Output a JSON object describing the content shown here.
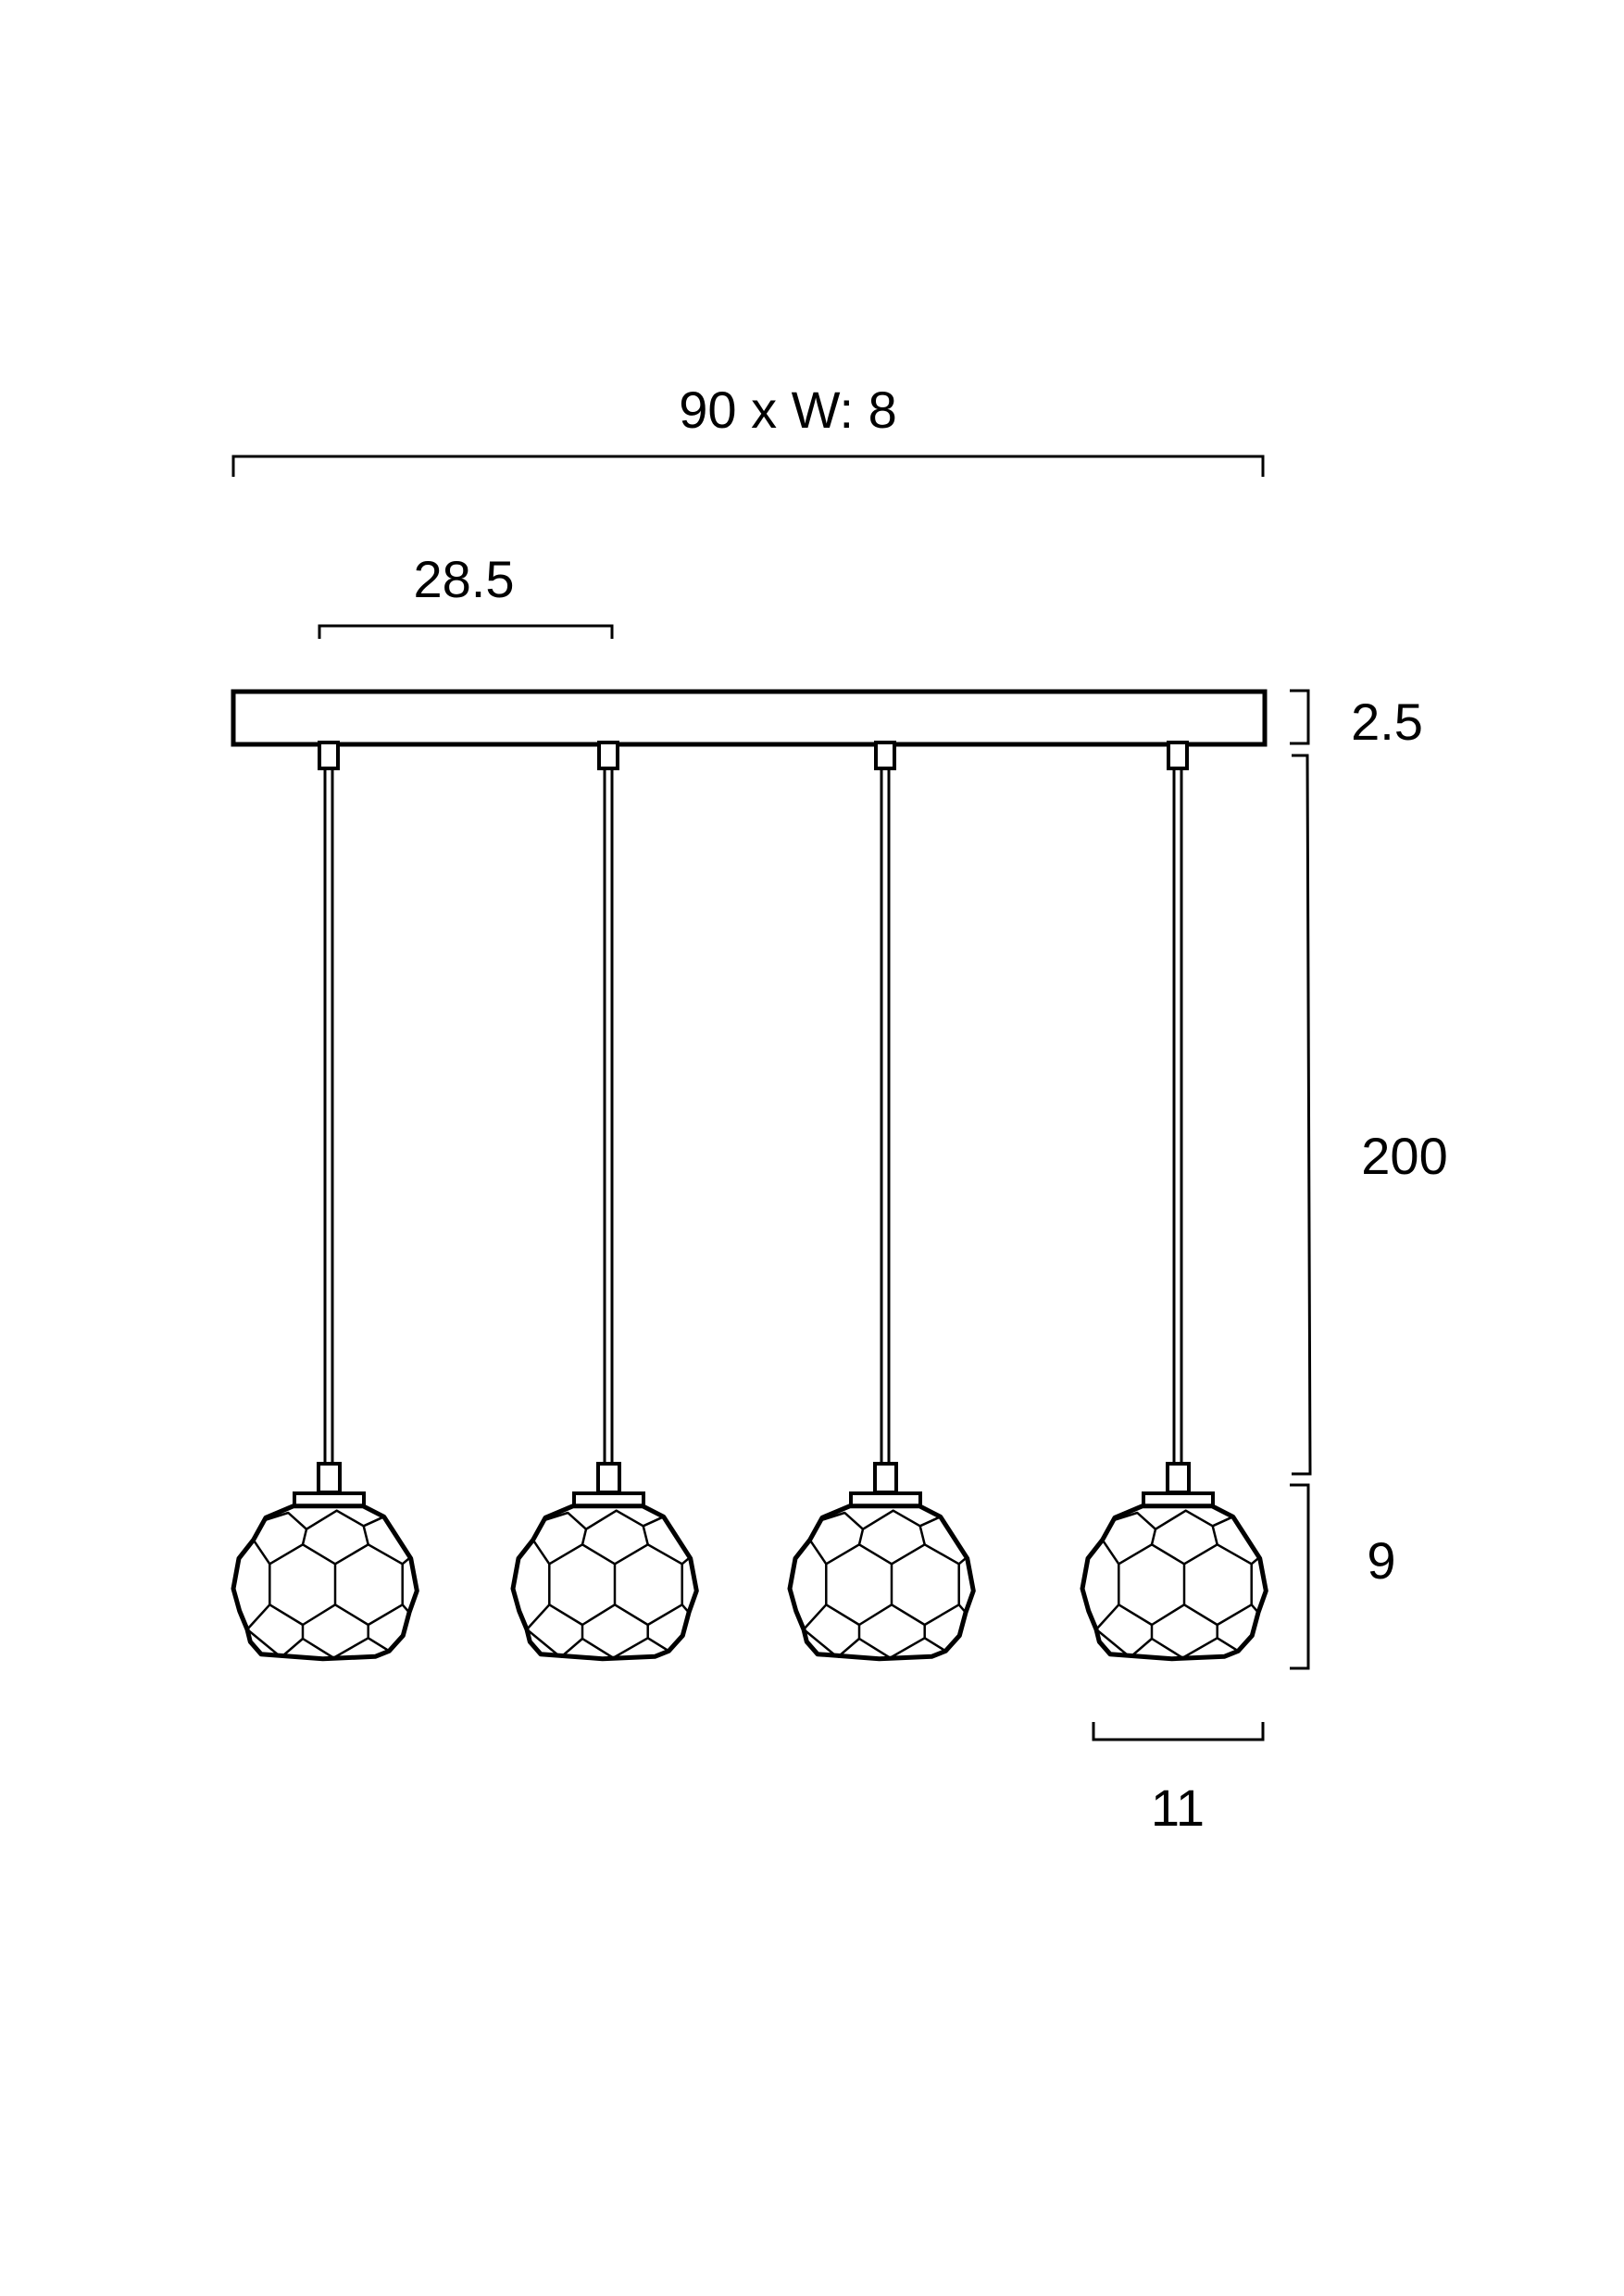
{
  "diagram": {
    "title": "Pendant light dimension drawing",
    "line_color": "#000000",
    "background": "#ffffff",
    "pendant_count": 4,
    "dimensions": {
      "overall_length": "90 x W: 8",
      "pendant_spacing": "28.5",
      "canopy_height": "2.5",
      "cord_length": "200",
      "shade_height": "9",
      "shade_width": "11"
    }
  }
}
